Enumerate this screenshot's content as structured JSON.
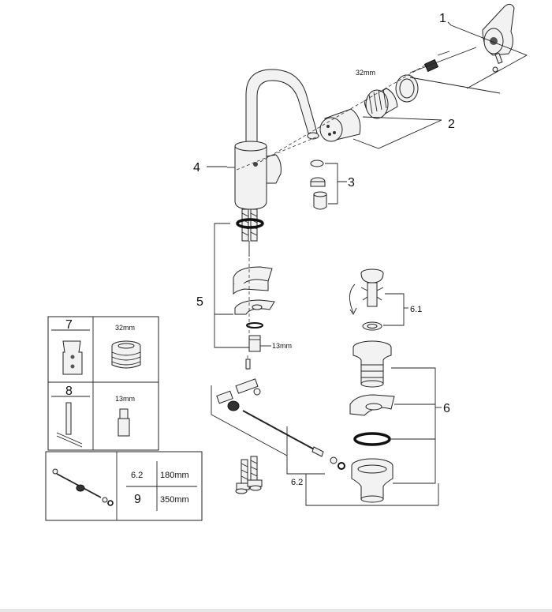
{
  "callouts": {
    "c1": "1",
    "c2": "2",
    "c3": "3",
    "c4": "4",
    "c5": "5",
    "c6": "6",
    "c6_1": "6.1",
    "c6_2": "6.2"
  },
  "dimensions": {
    "cartridge": "32mm",
    "extension": "13mm"
  },
  "inset": {
    "box7_num": "7",
    "box7_dim": "32mm",
    "box8_num": "8",
    "box8_dim": "13mm",
    "table": {
      "row1_code": "6.2",
      "row1_len": "180mm",
      "row2_code": "9",
      "row2_len": "350mm"
    }
  }
}
